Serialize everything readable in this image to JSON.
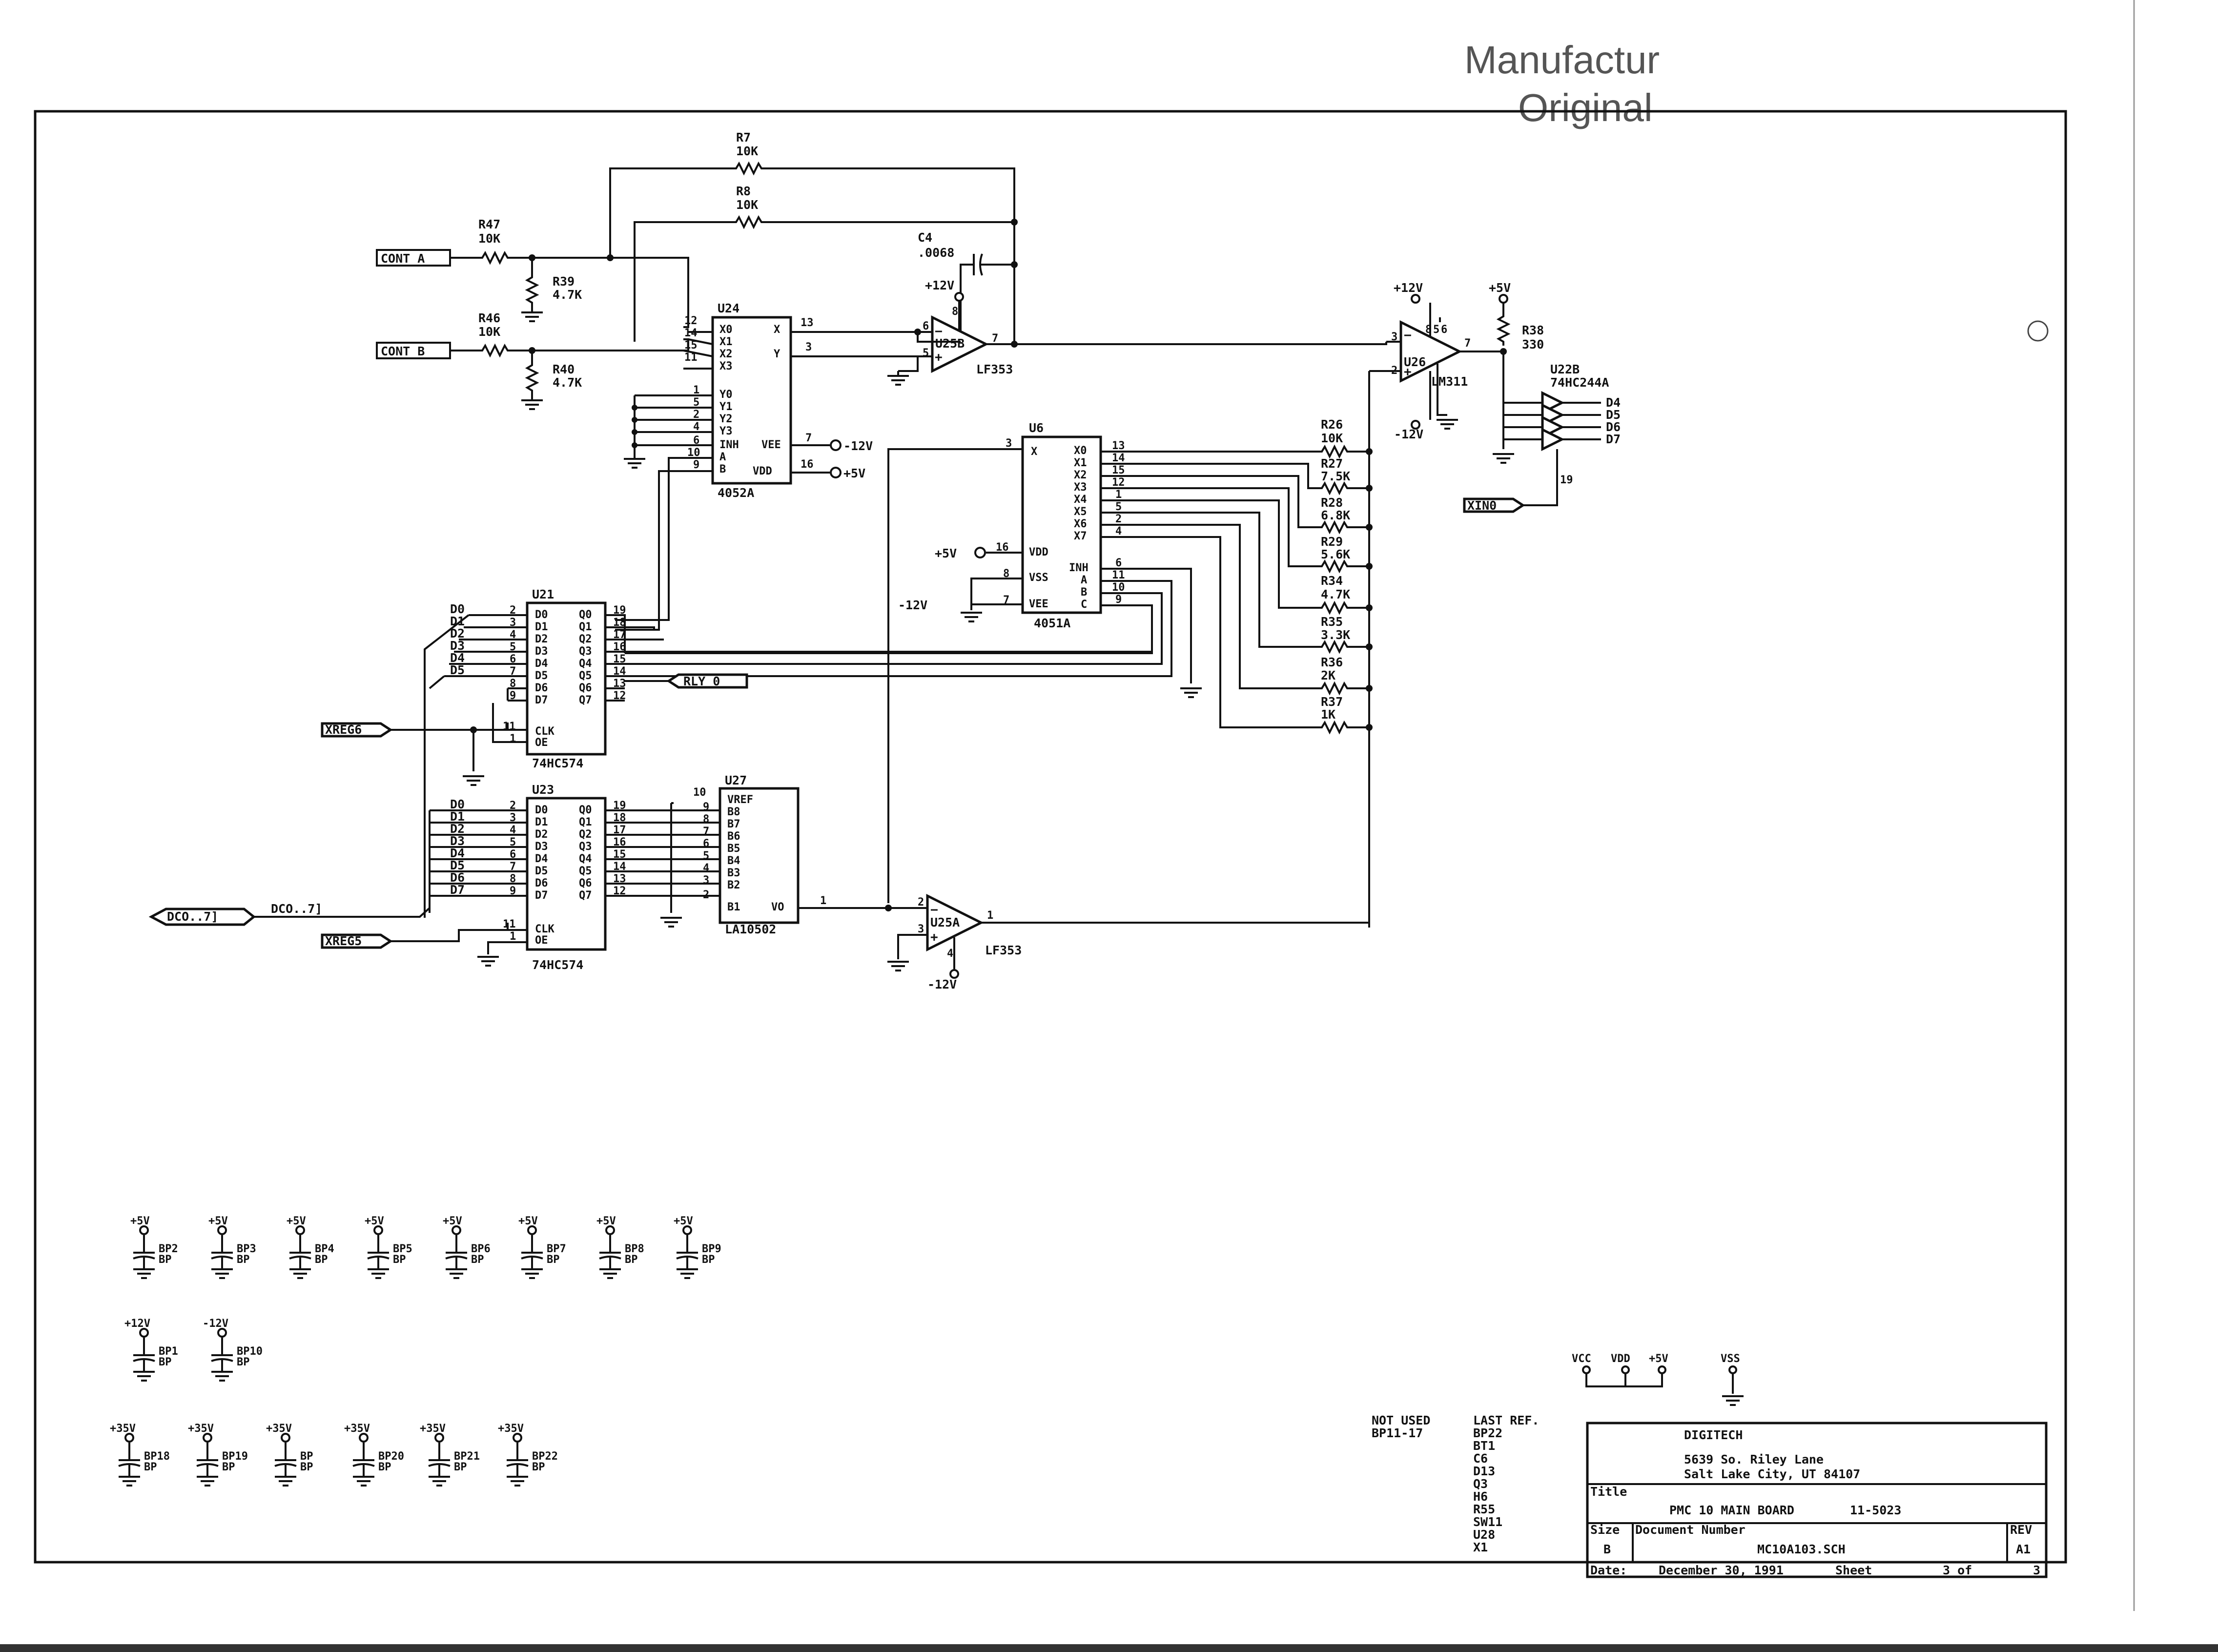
{
  "stamp": {
    "line1": "Manufactur",
    "line2": "Original"
  },
  "signals": {
    "cont_a": "CONT A",
    "cont_b": "CONT B",
    "xreg6": "XREG6",
    "xreg5": "XREG5",
    "dco_bus_in": "DCO..7]",
    "dco_bus_out": "DCO..7]",
    "rly0": "RLY 0",
    "xin0": "XIN0"
  },
  "rails": {
    "p12": "+12V",
    "m12": "-12V",
    "p5": "+5V",
    "m12b": "-12V",
    "m12c": "-12V",
    "p5b": "+5V"
  },
  "resistors": {
    "r7": {
      "ref": "R7",
      "val": "10K"
    },
    "r8": {
      "ref": "R8",
      "val": "10K"
    },
    "r47": {
      "ref": "R47",
      "val": "10K"
    },
    "r46": {
      "ref": "R46",
      "val": "10K"
    },
    "r39": {
      "ref": "R39",
      "val": "4.7K"
    },
    "r40": {
      "ref": "R40",
      "val": "4.7K"
    },
    "r38": {
      "ref": "R38",
      "val": "330"
    },
    "r26": {
      "ref": "R26",
      "val": "10K"
    },
    "r27": {
      "ref": "R27",
      "val": "7.5K"
    },
    "r28": {
      "ref": "R28",
      "val": "6.8K"
    },
    "r29": {
      "ref": "R29",
      "val": "5.6K"
    },
    "r34": {
      "ref": "R34",
      "val": "4.7K"
    },
    "r35": {
      "ref": "R35",
      "val": "3.3K"
    },
    "r36": {
      "ref": "R36",
      "val": "2K"
    },
    "r37": {
      "ref": "R37",
      "val": "1K"
    }
  },
  "c4": {
    "ref": "C4",
    "val": ".0068"
  },
  "u24": {
    "ref": "U24",
    "part": "4052A",
    "left": [
      "X0",
      "X1",
      "X2",
      "X3",
      "Y0",
      "Y1",
      "Y2",
      "Y3",
      "INH",
      "A",
      "B"
    ],
    "right": [
      "X",
      "Y",
      "VEE",
      "VDD"
    ]
  },
  "u6": {
    "ref": "U6",
    "part": "4051A",
    "left": [
      "X",
      "VDD",
      "VSS",
      "VEE"
    ],
    "right": [
      "X0",
      "X1",
      "X2",
      "X3",
      "X4",
      "X5",
      "X6",
      "X7",
      "INH",
      "A",
      "B",
      "C"
    ]
  },
  "u21": {
    "ref": "U21",
    "part": "74HC574",
    "left": [
      "D0",
      "D1",
      "D2",
      "D3",
      "D4",
      "D5",
      "D6",
      "D7",
      "CLK",
      "OE"
    ],
    "right": [
      "Q0",
      "Q1",
      "Q2",
      "Q3",
      "Q4",
      "Q5",
      "Q6",
      "Q7"
    ]
  },
  "u23": {
    "ref": "U23",
    "part": "74HC574",
    "left": [
      "D0",
      "D1",
      "D2",
      "D3",
      "D4",
      "D5",
      "D6",
      "D7",
      "CLK",
      "OE"
    ],
    "right": [
      "Q0",
      "Q1",
      "Q2",
      "Q3",
      "Q4",
      "Q5",
      "Q6",
      "Q7"
    ]
  },
  "u27": {
    "ref": "U27",
    "part": "LA10502",
    "left": [
      "VREF",
      "B8",
      "B7",
      "B6",
      "B5",
      "B4",
      "B3",
      "B2",
      "B1"
    ],
    "right": [
      "VO"
    ]
  },
  "u25b": {
    "ref": "U25B",
    "part": "LF353"
  },
  "u25a": {
    "ref": "U25A",
    "part": "LF353"
  },
  "u26": {
    "ref": "U26",
    "part": "LM311"
  },
  "u22b": {
    "ref": "U22B",
    "part": "74HC244A",
    "outs": [
      "D4",
      "D5",
      "D6",
      "D7"
    ]
  },
  "d_labels": [
    "D0",
    "D1",
    "D2",
    "D3",
    "D4",
    "D5"
  ],
  "d_labels_b": [
    "D0",
    "D1",
    "D2",
    "D3",
    "D4",
    "D5",
    "D6",
    "D7"
  ],
  "pins": {
    "u24_l": [
      "12",
      "14",
      "15",
      "11",
      "1",
      "5",
      "2",
      "4",
      "6",
      "10",
      "9"
    ],
    "u24_r": [
      "13",
      "3",
      "7",
      "16"
    ],
    "u6_l": [
      "3",
      "16",
      "8",
      "7"
    ],
    "u6_r": [
      "13",
      "14",
      "15",
      "12",
      "1",
      "5",
      "2",
      "4",
      "6",
      "11",
      "10",
      "9"
    ],
    "u21_l": [
      "2",
      "3",
      "4",
      "5",
      "6",
      "7",
      "8",
      "9",
      "11",
      "1"
    ],
    "u21_r": [
      "19",
      "18",
      "17",
      "16",
      "15",
      "14",
      "13",
      "12"
    ],
    "u23_l": [
      "2",
      "3",
      "4",
      "5",
      "6",
      "7",
      "8",
      "9",
      "11",
      "1"
    ],
    "u23_r": [
      "19",
      "18",
      "17",
      "16",
      "15",
      "14",
      "13",
      "12"
    ],
    "u27_l": [
      "10",
      "9",
      "8",
      "7",
      "6",
      "5",
      "4",
      "3",
      "2"
    ],
    "u27_r": [
      "1"
    ]
  },
  "bypass_row1": [
    {
      "rail": "+5V",
      "ref": "BP2",
      "val": "BP"
    },
    {
      "rail": "+5V",
      "ref": "BP3",
      "val": "BP"
    },
    {
      "rail": "+5V",
      "ref": "BP4",
      "val": "BP"
    },
    {
      "rail": "+5V",
      "ref": "BP5",
      "val": "BP"
    },
    {
      "rail": "+5V",
      "ref": "BP6",
      "val": "BP"
    },
    {
      "rail": "+5V",
      "ref": "BP7",
      "val": "BP"
    },
    {
      "rail": "+5V",
      "ref": "BP8",
      "val": "BP"
    },
    {
      "rail": "+5V",
      "ref": "BP9",
      "val": "BP"
    }
  ],
  "bypass_row2": [
    {
      "rail": "+12V",
      "ref": "BP1",
      "val": "BP"
    },
    {
      "rail": "-12V",
      "ref": "BP10",
      "val": "BP"
    }
  ],
  "bypass_row3": [
    {
      "rail": "+35V",
      "ref": "BP18",
      "val": "BP"
    },
    {
      "rail": "+35V",
      "ref": "BP19",
      "val": "BP"
    },
    {
      "rail": "+35V",
      "ref": "BP",
      "val": "BP"
    },
    {
      "rail": "+35V",
      "ref": "BP20",
      "val": "BP"
    },
    {
      "rail": "+35V",
      "ref": "BP21",
      "val": "BP"
    },
    {
      "rail": "+35V",
      "ref": "BP22",
      "val": "BP"
    }
  ],
  "power_symbols": [
    "VCC",
    "VDD",
    "+5V",
    "VSS"
  ],
  "not_used": {
    "title": "NOT USED",
    "items": [
      "BP11-17"
    ]
  },
  "last_ref": {
    "title": "LAST REF.",
    "items": [
      "BP22",
      "BT1",
      "C6",
      "D13",
      "Q3",
      "H6",
      "R55",
      "SW11",
      "U28",
      "X1"
    ]
  },
  "title_block": {
    "company": "DIGITECH",
    "address1": "5639 So. Riley Lane",
    "address2": "Salt Lake City, UT  84107",
    "title_label": "Title",
    "title": "PMC 10  MAIN BOARD",
    "part_no": "11-5023",
    "size_label": "Size",
    "size": "B",
    "docnum_label": "Document Number",
    "docnum": "MC10A103.SCH",
    "rev_label": "REV",
    "rev": "A1",
    "date_label": "Date:",
    "date": "December 30, 1991",
    "sheet_label": "Sheet",
    "sheet": "3 of",
    "sheet_total": "3"
  }
}
